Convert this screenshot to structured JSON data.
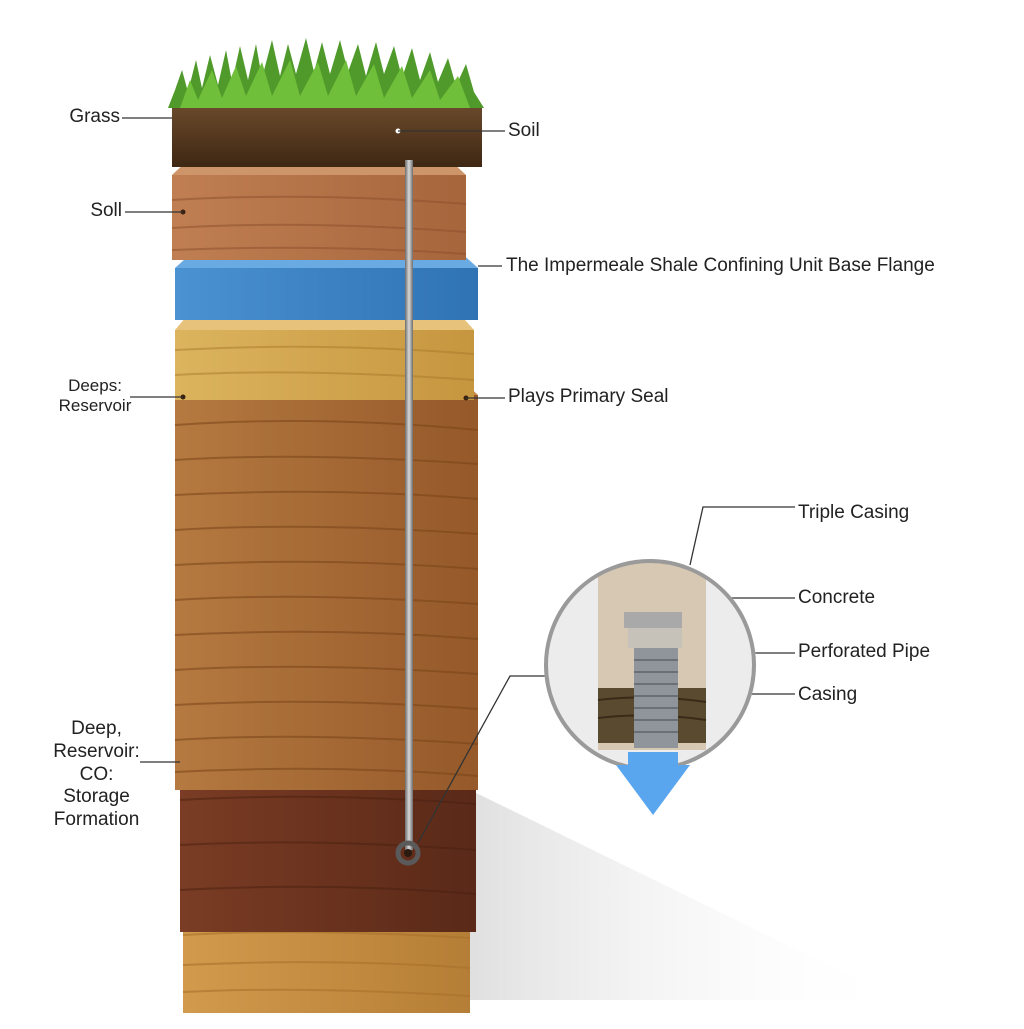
{
  "labels": {
    "grass": "Grass",
    "soil_top": "Soil",
    "soil_second": "Soll",
    "shale": "The Impermeale Shale Confining Unit Base Flange",
    "deeps_reservoir": "Deeps:\nReservoir",
    "primary_seal": "Plays Primary Seal",
    "storage_formation": "Deep,\nReservoir:\nCO:\nStorage\nFormation",
    "triple_casing": "Triple Casing",
    "concrete": "Concrete",
    "perforated_pipe": "Perforated Pipe",
    "casing": "Casing"
  },
  "colors": {
    "grass": "#4f9a2a",
    "topsoil": "#5a3b22",
    "soil": "#b9754a",
    "shale": "#3f86c6",
    "sandstone": "#d4a752",
    "reservoir": "#a66a34",
    "storage": "#6b3320",
    "base": "#c98f44",
    "pipe": "#8c8c8c",
    "arrow": "#5aa6ee",
    "leader": "#333333"
  }
}
